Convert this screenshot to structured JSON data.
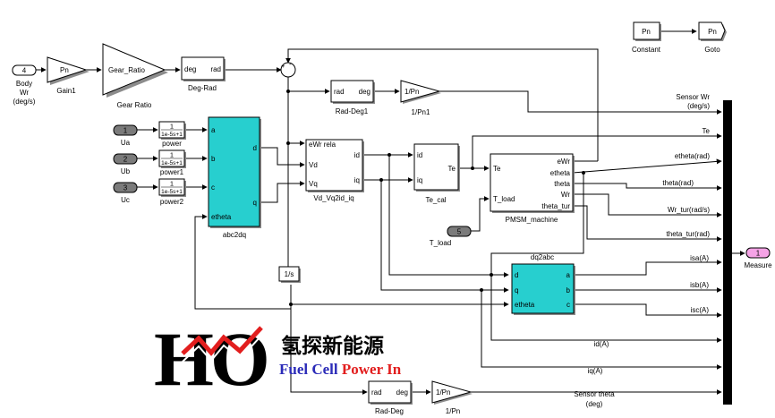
{
  "diagram": {
    "inputs": {
      "body_wr_num": "4",
      "body_wr_label": [
        "Body",
        "Wr",
        "(deg/s)"
      ],
      "ua_num": "1",
      "ua_label": "Ua",
      "ub_num": "2",
      "ub_label": "Ub",
      "uc_num": "3",
      "uc_label": "Uc",
      "tload_num": "5",
      "tload_label": "T_load"
    },
    "blocks": {
      "gain1": {
        "text": "Pn",
        "label": "Gain1"
      },
      "gear_ratio": {
        "text": "Gear_Ratio",
        "label": "Gear Ratio"
      },
      "deg_rad": {
        "in": "deg",
        "out": "rad",
        "label": "Deg-Rad"
      },
      "sum": {
        "plus": "+",
        "minus": "-"
      },
      "rad_deg1": {
        "in": "rad",
        "out": "deg",
        "label": "Rad-Deg1"
      },
      "inv_pn1": {
        "text": "1/Pn",
        "label": "1/Pn1"
      },
      "power": {
        "num": "1",
        "den": "1e-5s+1",
        "label": "power"
      },
      "power1": {
        "num": "1",
        "den": "1e-5s+1",
        "label": "power1"
      },
      "power2": {
        "num": "1",
        "den": "1e-5s+1",
        "label": "power2"
      },
      "abc2dq": {
        "in": [
          "a",
          "b",
          "c",
          "etheta"
        ],
        "out": [
          "d",
          "q"
        ],
        "label": "abc2dq"
      },
      "vdvq": {
        "in": [
          "eWr rela",
          "Vd",
          "Vq"
        ],
        "out": [
          "id",
          "iq"
        ],
        "label": "Vd_Vq2id_iq"
      },
      "te_cal": {
        "in": [
          "id",
          "iq"
        ],
        "out": "Te",
        "label": "Te_cal"
      },
      "pmsm": {
        "in": [
          "Te",
          "T_load"
        ],
        "out": [
          "eWr",
          "etheta",
          "theta",
          "Wr",
          "theta_tur"
        ],
        "label": "PMSM_machine"
      },
      "integrator": {
        "text": "1/s"
      },
      "dq2abc": {
        "in": [
          "d",
          "q",
          "etheta"
        ],
        "out": [
          "a",
          "b",
          "c"
        ],
        "label": "dq2abc"
      },
      "rad_deg": {
        "in": "rad",
        "out": "deg",
        "label": "Rad-Deg"
      },
      "inv_pn": {
        "text": "1/Pn",
        "label": "1/Pn"
      },
      "constant": {
        "text": "Pn",
        "label": "Constant"
      },
      "goto": {
        "text": "Pn",
        "label": "Goto"
      },
      "measure": {
        "num": "1",
        "label": "Measure"
      }
    },
    "bus_signals": [
      "Sensor Wr",
      "(deg/s)",
      "Te",
      "etheta(rad)",
      "theta(rad)",
      "Wr_tur(rad/s)",
      "theta_tur(rad)",
      "isa(A)",
      "isb(A)",
      "isc(A)",
      "id(A)",
      "iq(A)",
      "Sensor theta",
      "(deg)"
    ]
  },
  "logo": {
    "letters": "HO",
    "chinese": "氢探新能源",
    "english_part1": "Fuel Cell ",
    "english_part2": "Power In",
    "colors": {
      "blue": "#2b2bb8",
      "red": "#e21e1e"
    }
  }
}
